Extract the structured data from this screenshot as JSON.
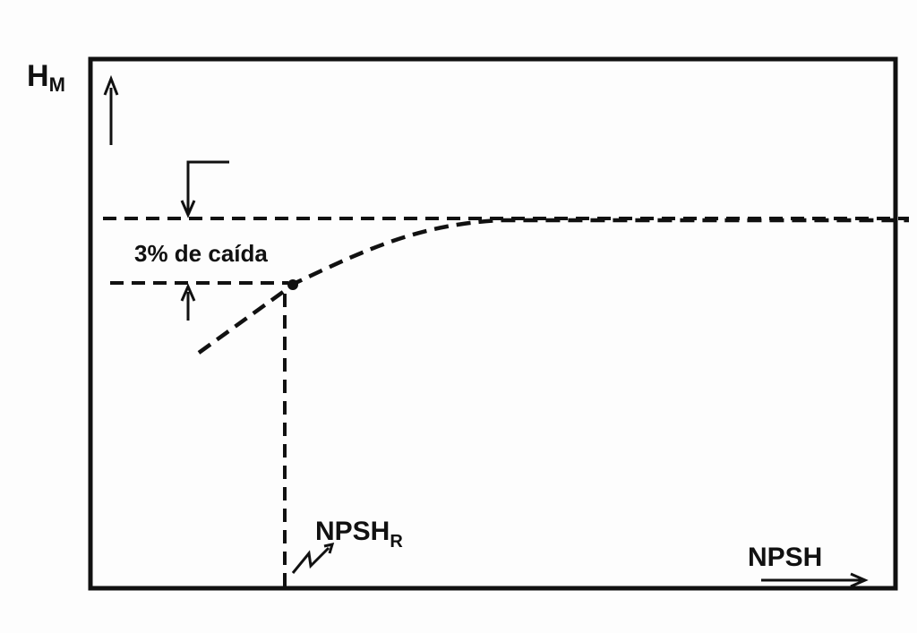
{
  "diagram": {
    "y_axis_label_main": "H",
    "y_axis_label_sub": "M",
    "x_axis_label": "NPSH",
    "drop_annotation": "3% de caída",
    "npshr_label_main": "NPSH",
    "npshr_label_sub": "R"
  },
  "colors": {
    "ink": "#111111",
    "background": "#fdfdfd"
  }
}
